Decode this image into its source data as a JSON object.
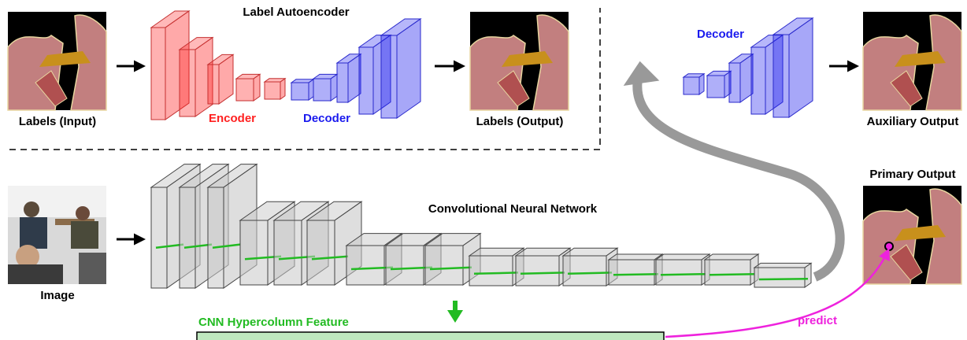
{
  "top_section": {
    "title": "Label Autoencoder",
    "input_label": "Labels (Input)",
    "output_label": "Labels (Output)",
    "encoder_label": "Encoder",
    "decoder_label": "Decoder"
  },
  "aux_section": {
    "decoder_label": "Decoder",
    "output_label": "Auxiliary Output"
  },
  "cnn_section": {
    "title": "Convolutional Neural Network",
    "input_label": "Image",
    "feature_label": "CNN Hypercolumn Feature"
  },
  "primary": {
    "label": "Primary Output",
    "predict_label": "predict"
  },
  "colors": {
    "encoder": "#ff2020",
    "decoder": "#1a1aee",
    "feature": "#22bb22",
    "predict": "#ee22dd",
    "cnn_block": "#c8c8c8"
  }
}
